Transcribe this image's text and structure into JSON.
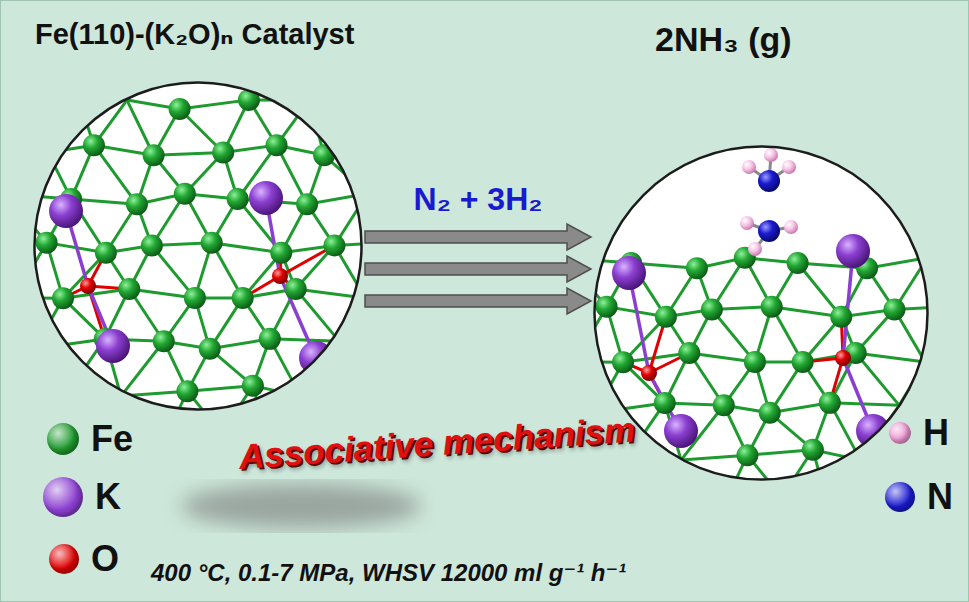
{
  "diagram": {
    "nodes": [
      {
        "text": [
          "Fe(110)-(K₂O)ₙ Catalyst"
        ]
      },
      {
        "text": [
          "2NH₃ (g)"
        ]
      }
    ],
    "edges": [
      {
        "from": 0,
        "to": 1,
        "label": "N₂ + 3H₂",
        "arrow": "to"
      },
      {
        "from": 0,
        "to": 1,
        "arrow": "to"
      },
      {
        "from": 0,
        "to": 1,
        "arrow": "to"
      }
    ],
    "labels": [
      "Associative mechanism",
      "400 °C, 0.1-7 MPa, WHSV 12000 ml g⁻¹ h⁻¹"
    ],
    "legend": [
      {
        "text": "Fe",
        "color": "#1e9a2e"
      },
      {
        "text": "K",
        "color": "#8b3fd0"
      },
      {
        "text": "O",
        "color": "#e00000"
      },
      {
        "text": "H",
        "color": "#f29bd6"
      },
      {
        "text": "N",
        "color": "#1a1ad0"
      }
    ]
  }
}
